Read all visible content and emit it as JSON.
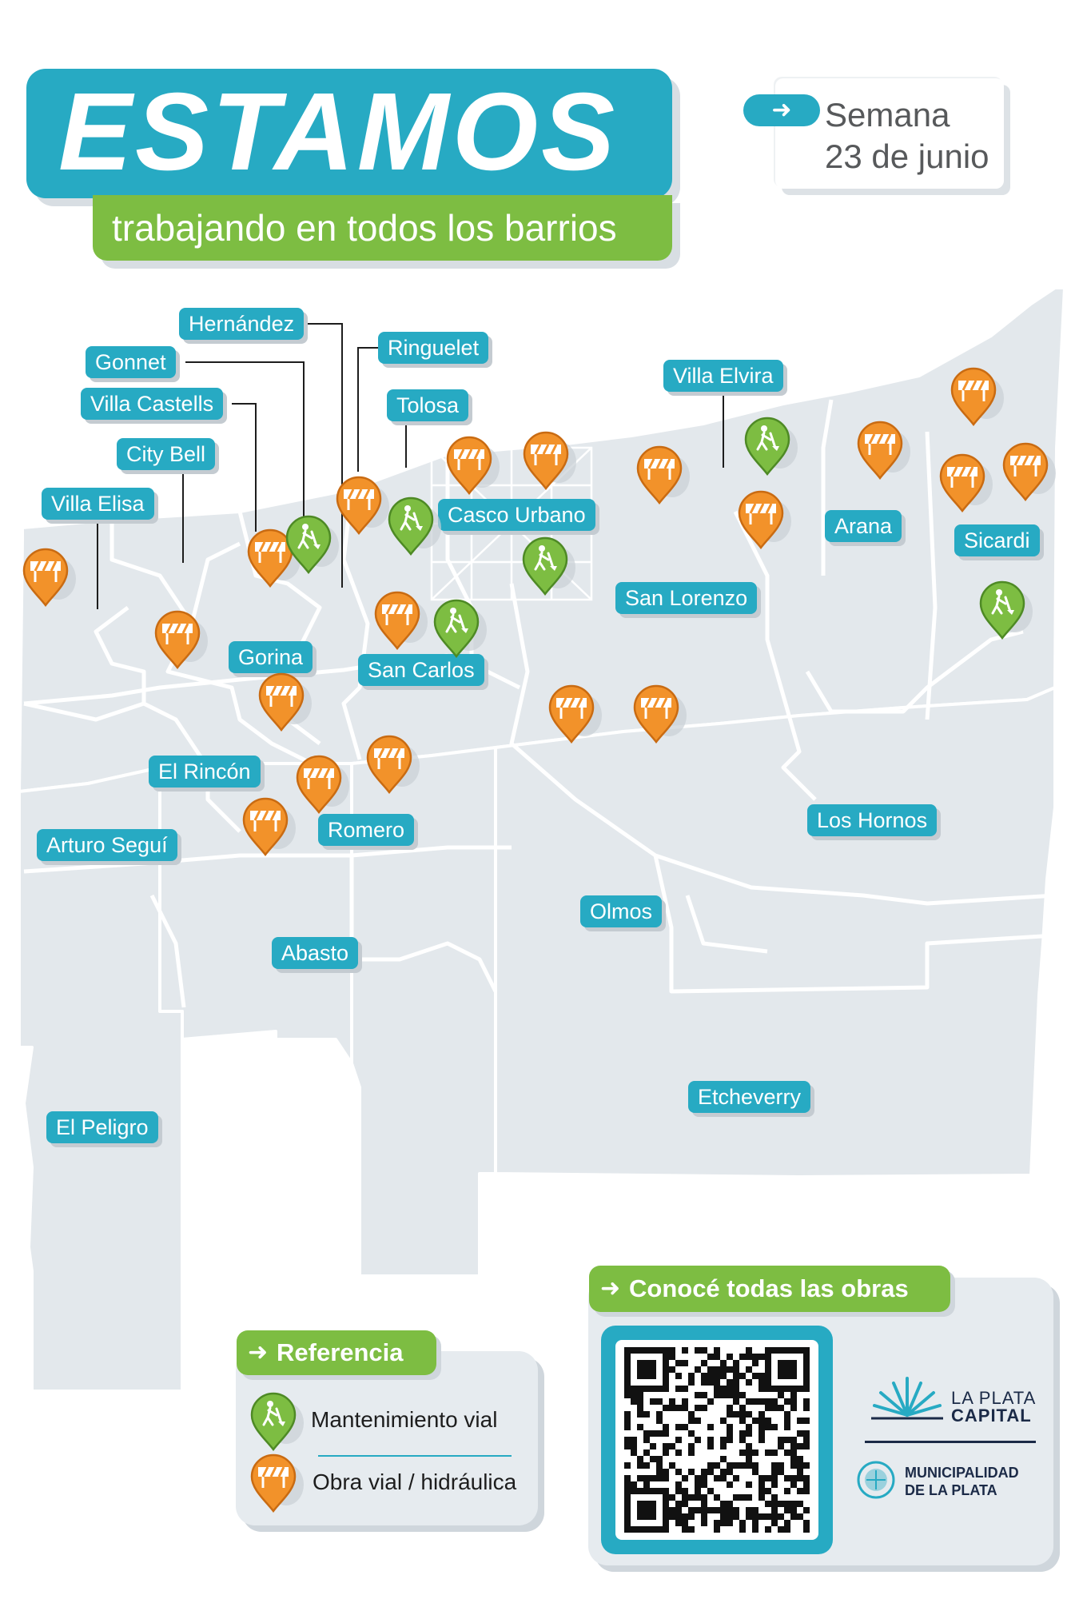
{
  "header": {
    "title": "ESTAMOS",
    "subtitle": "trabajando en todos los barrios",
    "week_label": "Semana",
    "week_date": "23 de junio"
  },
  "neighborhoods": {
    "hernandez": "Hernández",
    "gonnet": "Gonnet",
    "ringuelet": "Ringuelet",
    "villa_castells": "Villa Castells",
    "tolosa": "Tolosa",
    "villa_elvira": "Villa Elvira",
    "city_bell": "City Bell",
    "villa_elisa": "Villa Elisa",
    "casco_urbano": "Casco Urbano",
    "arana": "Arana",
    "sicardi": "Sicardi",
    "san_lorenzo": "San Lorenzo",
    "gorina": "Gorina",
    "san_carlos": "San Carlos",
    "el_rincon": "El Rincón",
    "romero": "Romero",
    "arturo_segui": "Arturo Seguí",
    "los_hornos": "Los Hornos",
    "olmos": "Olmos",
    "abasto": "Abasto",
    "etcheverry": "Etcheverry",
    "el_peligro": "El Peligro"
  },
  "legend": {
    "title": "Referencia",
    "maintenance": "Mantenimiento vial",
    "works": "Obra vial / hidráulica"
  },
  "qr_section": {
    "title": "Conocé todas las obras"
  },
  "logos": {
    "city_line1": "LA PLATA",
    "city_line2": "CAPITAL",
    "muni_line1": "MUNICIPALIDAD",
    "muni_line2_prefix": "DE ",
    "muni_line2_bold": "LA PLATA"
  },
  "colors": {
    "primary_blue": "#27aac3",
    "green": "#7dbd42",
    "orange": "#f2922a",
    "map_fill": "#e3e8ec"
  },
  "icons": {
    "maintenance": "worker-shovel-icon",
    "works": "road-barrier-icon"
  }
}
